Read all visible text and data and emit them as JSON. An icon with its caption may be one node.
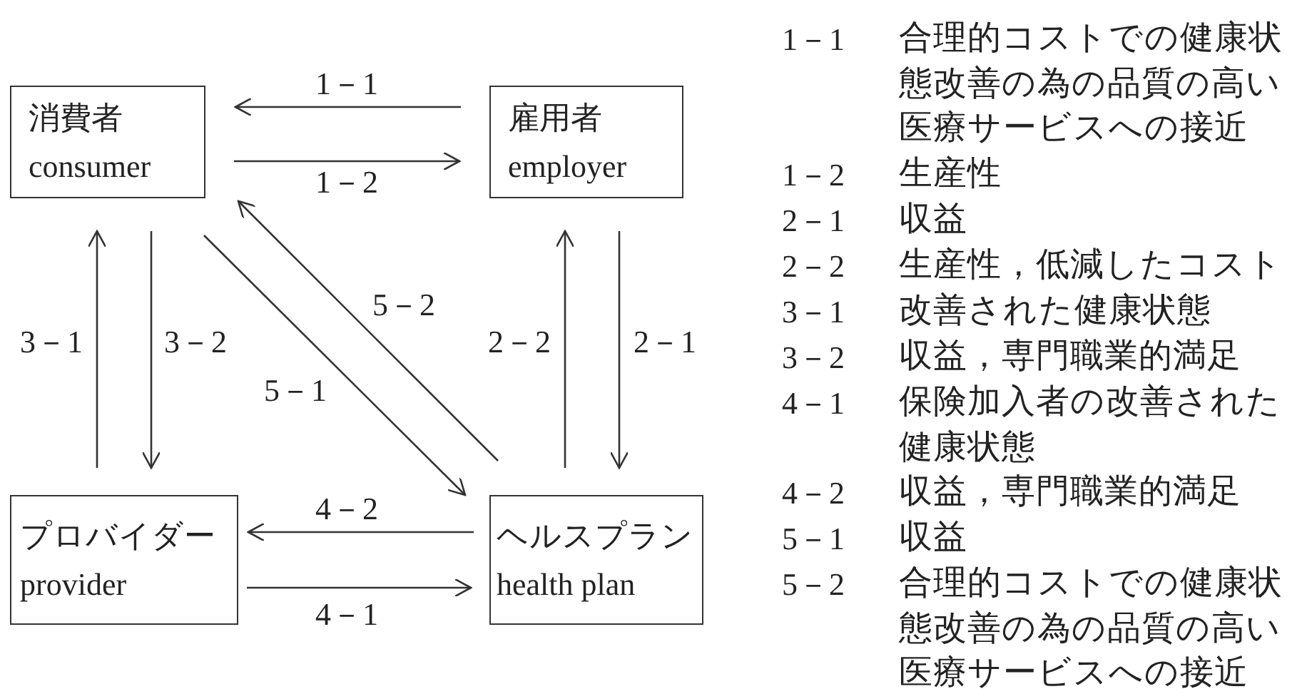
{
  "diagram": {
    "nodes": [
      {
        "text": [
          "消費者",
          "consumer"
        ]
      },
      {
        "text": [
          "雇用者",
          "employer"
        ]
      },
      {
        "text": [
          "プロバイダー",
          "provider"
        ]
      },
      {
        "text": [
          "ヘルスプラン",
          "health plan"
        ]
      }
    ],
    "edges": [
      {
        "from": 1,
        "to": 0,
        "arrow": "to",
        "label": "1－1"
      },
      {
        "from": 0,
        "to": 1,
        "arrow": "to",
        "label": "1－2"
      },
      {
        "from": 1,
        "to": 3,
        "arrow": "to",
        "label": "2－1"
      },
      {
        "from": 3,
        "to": 1,
        "arrow": "to",
        "label": "2－2"
      },
      {
        "from": 2,
        "to": 0,
        "arrow": "to",
        "label": "3－1"
      },
      {
        "from": 0,
        "to": 2,
        "arrow": "to",
        "label": "3－2"
      },
      {
        "from": 2,
        "to": 3,
        "arrow": "to",
        "label": "4－1"
      },
      {
        "from": 3,
        "to": 2,
        "arrow": "to",
        "label": "4－2"
      },
      {
        "from": 0,
        "to": 3,
        "arrow": "to",
        "label": "5－1"
      },
      {
        "from": 3,
        "to": 0,
        "arrow": "to",
        "label": "5－2"
      }
    ],
    "labels": [
      "1－1",
      "合理的コストでの健康状態改善の為の品質の高い医療サービスへの接近",
      "1－2",
      "生産性",
      "2－1",
      "収益",
      "2－2",
      "生産性，低減したコスト",
      "3－1",
      "改善された健康状態",
      "3－2",
      "収益，専門職業的満足",
      "4－1",
      "保険加入者の改善された健康状態",
      "4－2",
      "収益，専門職業的満足",
      "5－1",
      "収益",
      "5－2",
      "合理的コストでの健康状態改善の為の品質の高い医療サービスへの接近"
    ]
  }
}
